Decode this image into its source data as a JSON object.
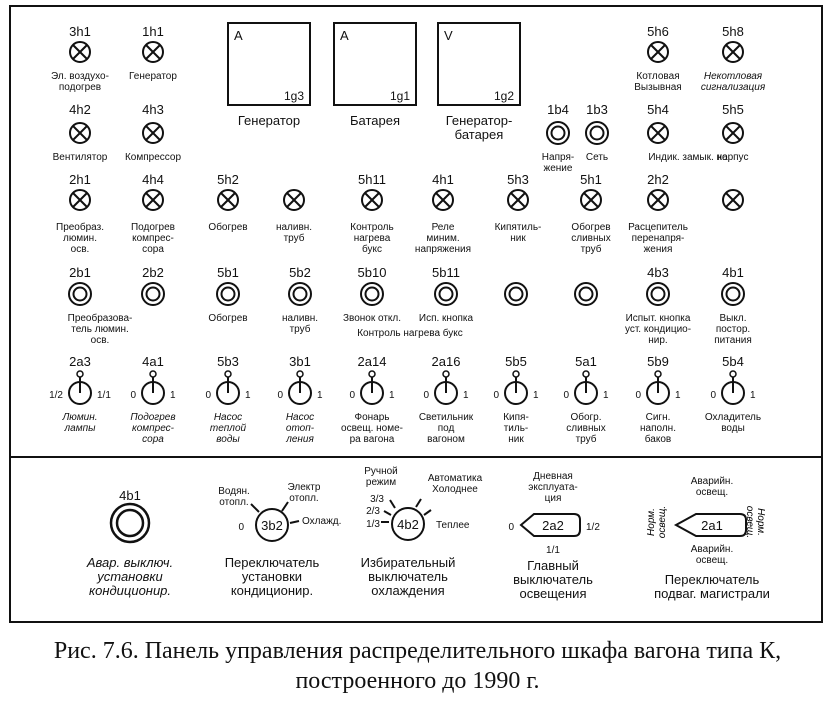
{
  "lamps_row1": [
    {
      "code": "3h1",
      "label": [
        "Эл. воздухо-",
        "подогрев"
      ]
    },
    {
      "code": "1h1",
      "label": [
        "Генератор"
      ]
    },
    {
      "code": "5h6",
      "label": [
        "Котловая",
        "Вызывная"
      ]
    },
    {
      "code": "5h8",
      "label": [
        "Некотловая",
        "сигнализация"
      ]
    }
  ],
  "meters": [
    {
      "unit": "A",
      "code": "1g3",
      "label": [
        "Генератор"
      ]
    },
    {
      "unit": "A",
      "code": "1g1",
      "label": [
        "Батарея"
      ]
    },
    {
      "unit": "V",
      "code": "1g2",
      "label": [
        "Генератор-",
        "батарея"
      ]
    }
  ],
  "row2": [
    {
      "code": "4h2",
      "label": [
        "Вентилятор"
      ]
    },
    {
      "code": "4h3",
      "label": [
        "Компрессор"
      ]
    },
    {
      "code": "1b4",
      "label": [
        "Напря-",
        "жение"
      ]
    },
    {
      "code": "1b3",
      "label": [
        "Сеть"
      ]
    },
    {
      "code": "5h4",
      "label": [
        "Индик. замык. на"
      ]
    },
    {
      "code": "5h5",
      "label": [
        "корпус"
      ]
    }
  ],
  "lamps_row3": [
    {
      "code": "2h1",
      "label": [
        "Преобраз.",
        "люмин.",
        "осв."
      ]
    },
    {
      "code": "4h4",
      "label": [
        "Подогрев",
        "компрес-",
        "сора"
      ]
    },
    {
      "code": "5h2",
      "label": [
        "Обогрев"
      ]
    },
    {
      "code": "",
      "label": [
        "наливн.",
        "труб"
      ]
    },
    {
      "code": "5h11",
      "label": [
        "Контроль",
        "нагрева",
        "букс"
      ]
    },
    {
      "code": "4h1",
      "label": [
        "Реле",
        "миним.",
        "напряжения"
      ]
    },
    {
      "code": "5h3",
      "label": [
        "Кипятиль-",
        "ник"
      ]
    },
    {
      "code": "5h1",
      "label": [
        "Обогрев",
        "сливных",
        "труб"
      ]
    },
    {
      "code": "2h2",
      "label": [
        "Расцепитель",
        "перенапря-",
        "жения"
      ]
    },
    {
      "code": "",
      "label": []
    }
  ],
  "buttons_row4": [
    {
      "code": "2b1",
      "label": [
        "Преобразова-",
        "тель люмин.",
        "осв."
      ]
    },
    {
      "code": "2b2",
      "label": []
    },
    {
      "code": "5b1",
      "label": [
        "Обогрев"
      ]
    },
    {
      "code": "5b2",
      "label": [
        "наливн.",
        "труб"
      ]
    },
    {
      "code": "5b10",
      "label": [
        "Звонок откл."
      ]
    },
    {
      "code": "5b11",
      "label": [
        "Исп. кнопка"
      ]
    },
    {
      "code": "",
      "label": []
    },
    {
      "code": "",
      "label": []
    },
    {
      "code": "4b3",
      "label": [
        "Испыт. кнопка",
        "уст. кондицио-",
        "нир."
      ]
    },
    {
      "code": "4b1",
      "label": [
        "Выкл.",
        "постор.",
        "питания"
      ]
    }
  ],
  "row4_shared_label": "Контроль нагрева букс",
  "switches_row5": [
    {
      "code": "2a3",
      "left": "1/2",
      "right": "1/1",
      "label": [
        "Люмин.",
        "лампы"
      ]
    },
    {
      "code": "4a1",
      "left": "0",
      "right": "1",
      "label": [
        "Подогрев",
        "компрес-",
        "сора"
      ]
    },
    {
      "code": "5b3",
      "left": "0",
      "right": "1",
      "label": [
        "Насос",
        "теплой",
        "воды"
      ]
    },
    {
      "code": "3b1",
      "left": "0",
      "right": "1",
      "label": [
        "Насос",
        "отоп-",
        "ления"
      ]
    },
    {
      "code": "2a14",
      "left": "0",
      "right": "1",
      "label": [
        "Фонарь",
        "освещ. номе-",
        "ра вагона"
      ]
    },
    {
      "code": "2a16",
      "left": "0",
      "right": "1",
      "label": [
        "Светильник",
        "под",
        "вагоном"
      ]
    },
    {
      "code": "5b5",
      "left": "0",
      "right": "1",
      "label": [
        "Кипя-",
        "тиль-",
        "ник"
      ]
    },
    {
      "code": "5a1",
      "left": "0",
      "right": "1",
      "label": [
        "Обогр.",
        "сливных",
        "труб"
      ]
    },
    {
      "code": "5b9",
      "left": "0",
      "right": "1",
      "label": [
        "Сигн.",
        "наполн.",
        "баков"
      ]
    },
    {
      "code": "5b4",
      "left": "0",
      "right": "1",
      "label": [
        "Охладитель",
        "воды"
      ]
    }
  ],
  "bottom": {
    "emergency": {
      "code": "4b1",
      "label": [
        "Авар. выключ.",
        "установки",
        "кондиционир."
      ]
    },
    "sw3b2": {
      "code": "3b2",
      "zero": "0",
      "pos_water": [
        "Водян.",
        "отопл."
      ],
      "pos_elec": [
        "Электр",
        "отопл."
      ],
      "pos_cool": "Охлажд.",
      "label": [
        "Переключатель",
        "установки",
        "кондиционир."
      ]
    },
    "sw4b2": {
      "code": "4b2",
      "manual": [
        "Ручной",
        "режим"
      ],
      "auto": [
        "Автоматика",
        "Холоднее"
      ],
      "p33": "3/3",
      "p23": "2/3",
      "p13": "1/3",
      "warmer": "Теплее",
      "label": [
        "Избирательный",
        "выключатель",
        "охлаждения"
      ]
    },
    "sw2a2": {
      "code": "2a2",
      "zero": "0",
      "half": "1/2",
      "full": "1/1",
      "day": [
        "Дневная",
        "эксплуата-",
        "ция"
      ],
      "label": [
        "Главный",
        "выключатель",
        "освещения"
      ]
    },
    "sw2a1": {
      "code": "2a1",
      "top": [
        "Аварийн.",
        "освещ."
      ],
      "bottom_pos": [
        "Аварийн.",
        "освещ."
      ],
      "left": [
        "Норм.",
        "освещ."
      ],
      "right": [
        "Норм.",
        "освещ."
      ],
      "label": [
        "Переключатель",
        "подваг. магистрали"
      ]
    }
  },
  "caption": [
    "Рис. 7.6. Панель управления распределительного шкафа вагона типа К,",
    "построенного до 1990 г."
  ]
}
